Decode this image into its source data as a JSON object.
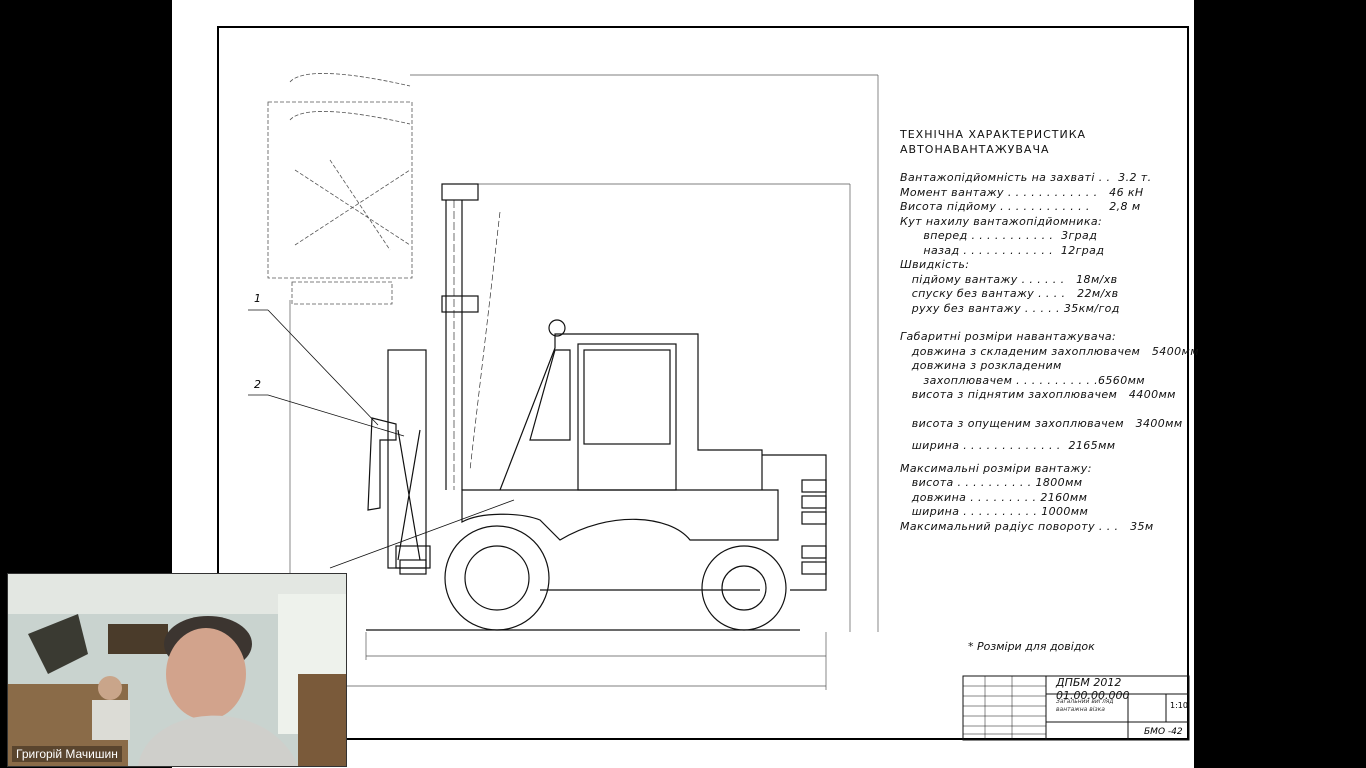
{
  "drawing": {
    "callouts": [
      "1",
      "2"
    ],
    "spec": {
      "title": "ТЕХНІЧНА ХАРАКТЕРИСТИКА АВТОНАВАНТАЖУВАЧА",
      "lines_a": [
        "Вантажопідйомність на захваті . .  3.2 т.",
        "Момент вантажу . . . . . . . . . . . .   46 кН",
        "Висота підйому . . . . . . . . . . . .     2,8 м",
        "Кут нахилу вантажопідйомника:",
        "      вперед . . . . . . . . . . .  3град",
        "      назад . . . . . . . . . . . .  12град",
        "Швидкість:",
        "   підйому вантажу . . . . . .   18м/хв",
        "   спуску без вантажу . . . .   22м/хв",
        "   руху без вантажу . . . . . 35км/год"
      ],
      "lines_b": [
        "Габаритні розміри навантажувача:",
        "   довжина з складеним захоплювачем   5400мм",
        "   довжина з розкладеним",
        "      захоплювачем . . . . . . . . . . .6560мм",
        "   висота з піднятим захоплювачем   4400мм"
      ],
      "lines_c": [
        "   висота з опущеним захоплювачем   3400мм"
      ],
      "lines_d": [
        "   ширина . . . . . . . . . . . . .  2165мм"
      ],
      "lines_e": [
        "Максимальні розміри вантажу:",
        "   висота . . . . . . . . . . 1800мм",
        "   довжина . . . . . . . . . 2160мм",
        "   ширина . . . . . . . . . . 1000мм",
        "Максимальний радіус повороту . . .   35м"
      ]
    },
    "note": "* Розміри для довідок",
    "title_block": {
      "code": "ДПБМ 2012 01.00.00.000",
      "name": "Загальний вигляд вантажна візка",
      "scale": "1:10",
      "org": "БМО -42"
    }
  },
  "webcam": {
    "participant_name": "Григорій Мачишин"
  },
  "colors": {
    "background": "#000000",
    "sheet": "#ffffff",
    "ink": "#111111",
    "name_label": "#ffffff"
  }
}
